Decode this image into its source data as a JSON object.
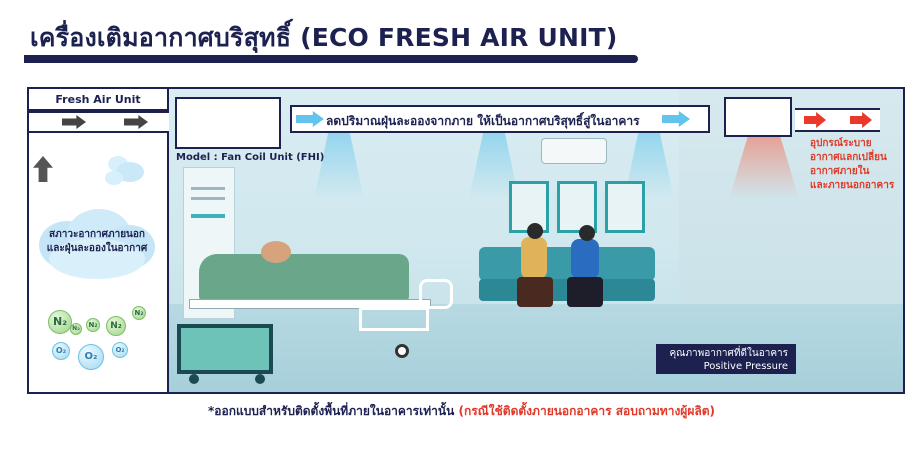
{
  "header": {
    "title": "เครื่องเติมอากาศบริสุทธิ์ (ECO FRESH AIR UNIT)"
  },
  "diagram": {
    "fresh_air_unit_label": "Fresh Air Unit",
    "fhi_model_label": "Model : Fan Coil Unit (FHI)",
    "duct_message": "ลดปริมาณฝุ่นละอองจากภาย ให้เป็นอากาศบริสุทธิ์สู่ในอาคาร",
    "outside_condition": {
      "line1": "สภาวะอากาศภายนอก",
      "line2": "และฝุ่นละอองในอากาศ"
    },
    "exhaust_note": {
      "line1": "อุปกรณ์ระบาย",
      "line2": "อากาศแลกเปลี่ยน",
      "line3": "อากาศภายใน",
      "line4": "และภายนอกอาคาร"
    },
    "indoor_quality": {
      "line1": "คุณภาพอากาศที่ดีในอาคาร",
      "line2": "Positive Pressure"
    },
    "molecules": {
      "n2": "N₂",
      "o2": "O₂"
    }
  },
  "footnote": {
    "main": "*ออกแบบสำหรับติดตั้งพื้นที่ภายในอาคารเท่านั้น",
    "note": "(กรณีใช้ติดตั้งภายนอกอาคาร สอบถามทางผู้ผลิต)"
  },
  "colors": {
    "navy": "#1c2150",
    "accent_red": "#e03a2a",
    "accent_blue": "#62c4ec"
  }
}
